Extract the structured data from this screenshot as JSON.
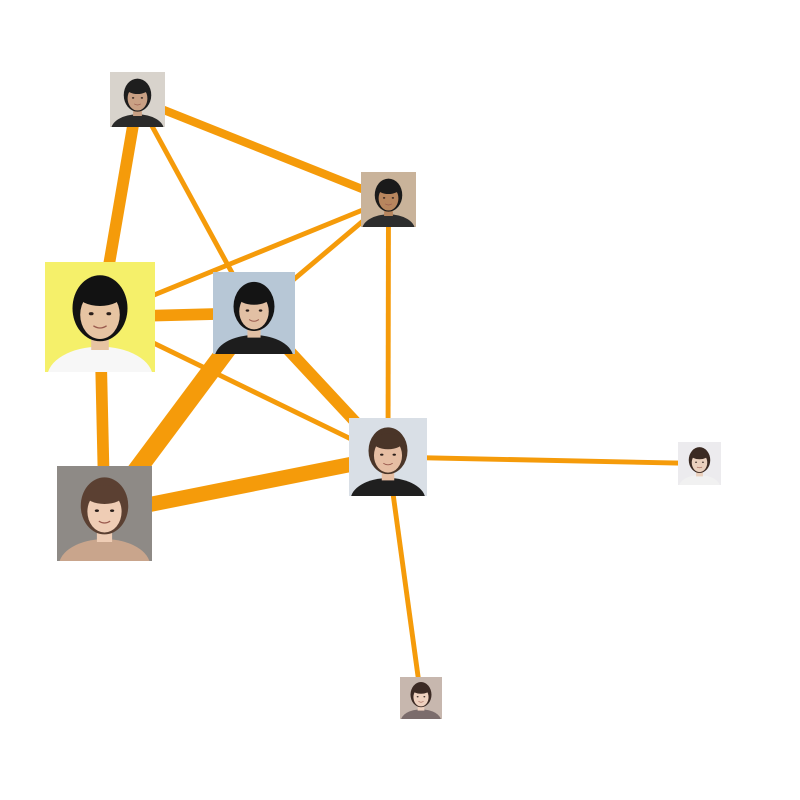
{
  "graph": {
    "edge_color": "#f59b0a",
    "background": "#ffffff",
    "nodes": [
      {
        "id": "n1",
        "icon": "person-photo-icon",
        "label": "",
        "bg": "#d8d3cc",
        "hair": "#1e1e1e",
        "shirt": "#2a2a2a",
        "skin": "#c9a084"
      },
      {
        "id": "n2",
        "icon": "person-photo-icon",
        "label": "",
        "bg": "#c9b39a",
        "hair": "#1a1a1a",
        "shirt": "#2d2d2d",
        "skin": "#b8865e"
      },
      {
        "id": "n3",
        "icon": "person-photo-icon",
        "label": "",
        "bg": "#f5f06a",
        "hair": "#121212",
        "shirt": "#f7f7f7",
        "skin": "#e7c4a2"
      },
      {
        "id": "n4",
        "icon": "person-photo-icon",
        "label": "",
        "bg": "#b7c7d6",
        "hair": "#141414",
        "shirt": "#1d1d1d",
        "skin": "#e2c0a4"
      },
      {
        "id": "n5",
        "icon": "person-photo-icon",
        "label": "",
        "bg": "#d9dfe6",
        "hair": "#4a3528",
        "shirt": "#1f1f1f",
        "skin": "#e6bea3"
      },
      {
        "id": "n6",
        "icon": "person-photo-icon",
        "label": "",
        "bg": "#8e8a86",
        "hair": "#5b4032",
        "shirt": "#c9a58c",
        "skin": "#efcdb5"
      },
      {
        "id": "n7",
        "icon": "person-photo-icon",
        "label": "",
        "bg": "#ecebee",
        "hair": "#3b2a22",
        "shirt": "#f1f1f1",
        "skin": "#ead0bd"
      },
      {
        "id": "n8",
        "icon": "person-photo-icon",
        "label": "",
        "bg": "#c7b7ae",
        "hair": "#3c2a24",
        "shirt": "#7b6c6c",
        "skin": "#efd1bf"
      }
    ],
    "edges": [
      {
        "source": "n1",
        "target": "n3",
        "weight": 3
      },
      {
        "source": "n1",
        "target": "n2",
        "weight": 2
      },
      {
        "source": "n1",
        "target": "n4",
        "weight": 1
      },
      {
        "source": "n2",
        "target": "n3",
        "weight": 1
      },
      {
        "source": "n2",
        "target": "n4",
        "weight": 1
      },
      {
        "source": "n2",
        "target": "n5",
        "weight": 1
      },
      {
        "source": "n3",
        "target": "n4",
        "weight": 3
      },
      {
        "source": "n3",
        "target": "n5",
        "weight": 1
      },
      {
        "source": "n3",
        "target": "n6",
        "weight": 3
      },
      {
        "source": "n4",
        "target": "n6",
        "weight": 5
      },
      {
        "source": "n4",
        "target": "n5",
        "weight": 3
      },
      {
        "source": "n6",
        "target": "n5",
        "weight": 4
      },
      {
        "source": "n5",
        "target": "n7",
        "weight": 1
      },
      {
        "source": "n5",
        "target": "n8",
        "weight": 1
      }
    ]
  }
}
